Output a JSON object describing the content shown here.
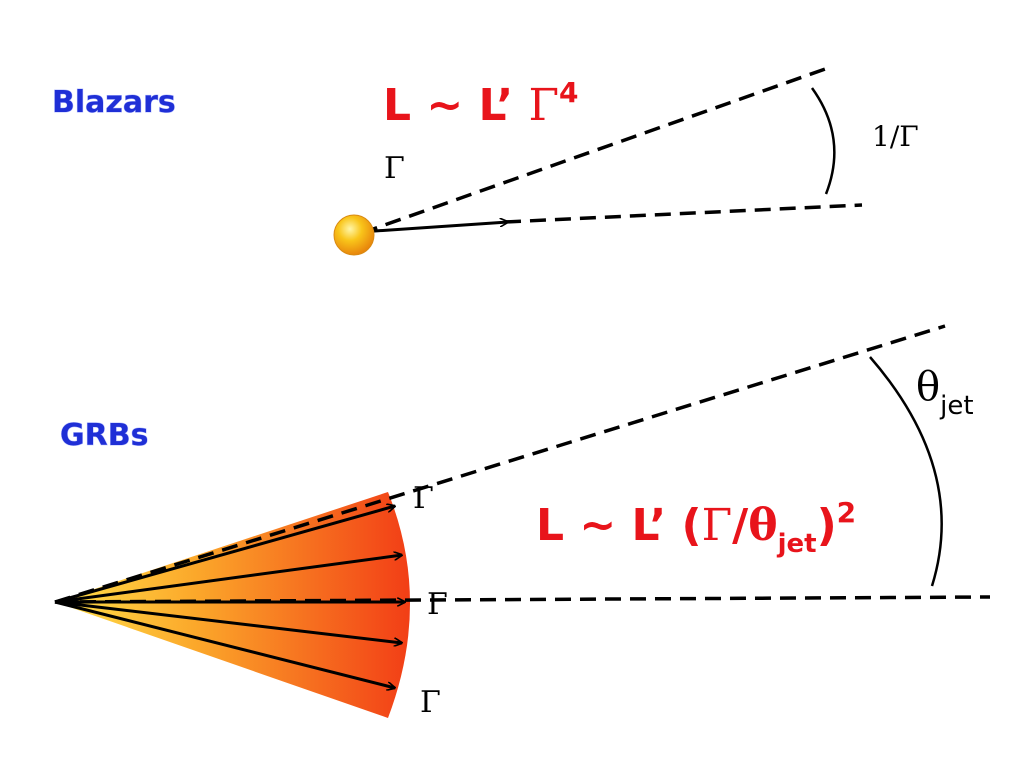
{
  "blazars": {
    "title": "Blazars",
    "formula": {
      "base": "L ~ L’ ",
      "gamma": "Γ",
      "power": "4"
    },
    "gamma_label": "Γ",
    "angle_label": "1/Γ"
  },
  "grbs": {
    "title": "GRBs",
    "formula": {
      "base": "L ~ L’ (",
      "gamma": "Γ",
      "slash": "/",
      "theta": "θ",
      "sub": "jet",
      "close": ")",
      "power": "2"
    },
    "angle_label": {
      "main": "θ",
      "sub": "jet"
    },
    "gamma_labels": [
      "Γ",
      "Γ",
      "Γ"
    ]
  },
  "colors": {
    "title_blue": "#1f2fd6",
    "formula_red": "#e8141b",
    "cone_inner": "#ffd23a",
    "cone_outer": "#f2431a",
    "sphere": "#f7b814"
  }
}
